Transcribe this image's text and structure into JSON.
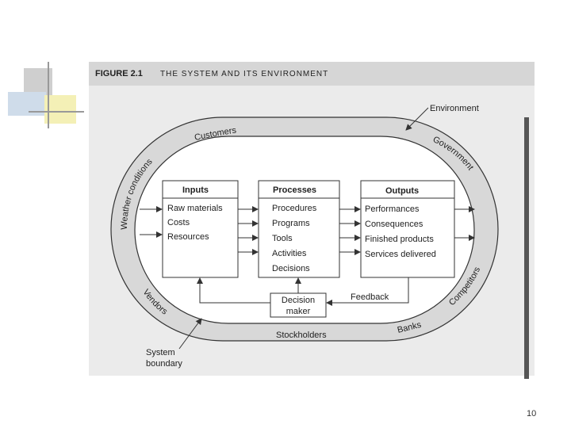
{
  "figure": {
    "label": "FIGURE 2.1",
    "title": "THE SYSTEM AND ITS ENVIRONMENT"
  },
  "environment_label": "Environment",
  "ring_labels": {
    "customers": "Customers",
    "government": "Government",
    "weather": "Weather conditions",
    "competitors": "Competitors",
    "vendors": "Vendors",
    "stockholders": "Stockholders",
    "banks": "Banks"
  },
  "boxes": {
    "inputs": {
      "title": "Inputs",
      "items": [
        "Raw materials",
        "Costs",
        "Resources"
      ]
    },
    "processes": {
      "title": "Processes",
      "items": [
        "Procedures",
        "Programs",
        "Tools",
        "Activities",
        "Decisions"
      ]
    },
    "outputs": {
      "title": "Outputs",
      "items": [
        "Performances",
        "Consequences",
        "Finished products",
        "Services delivered"
      ]
    }
  },
  "decision_maker": {
    "line1": "Decision",
    "line2": "maker"
  },
  "feedback_label": "Feedback",
  "system_boundary": {
    "line1": "System",
    "line2": "boundary"
  },
  "page_number": "10"
}
